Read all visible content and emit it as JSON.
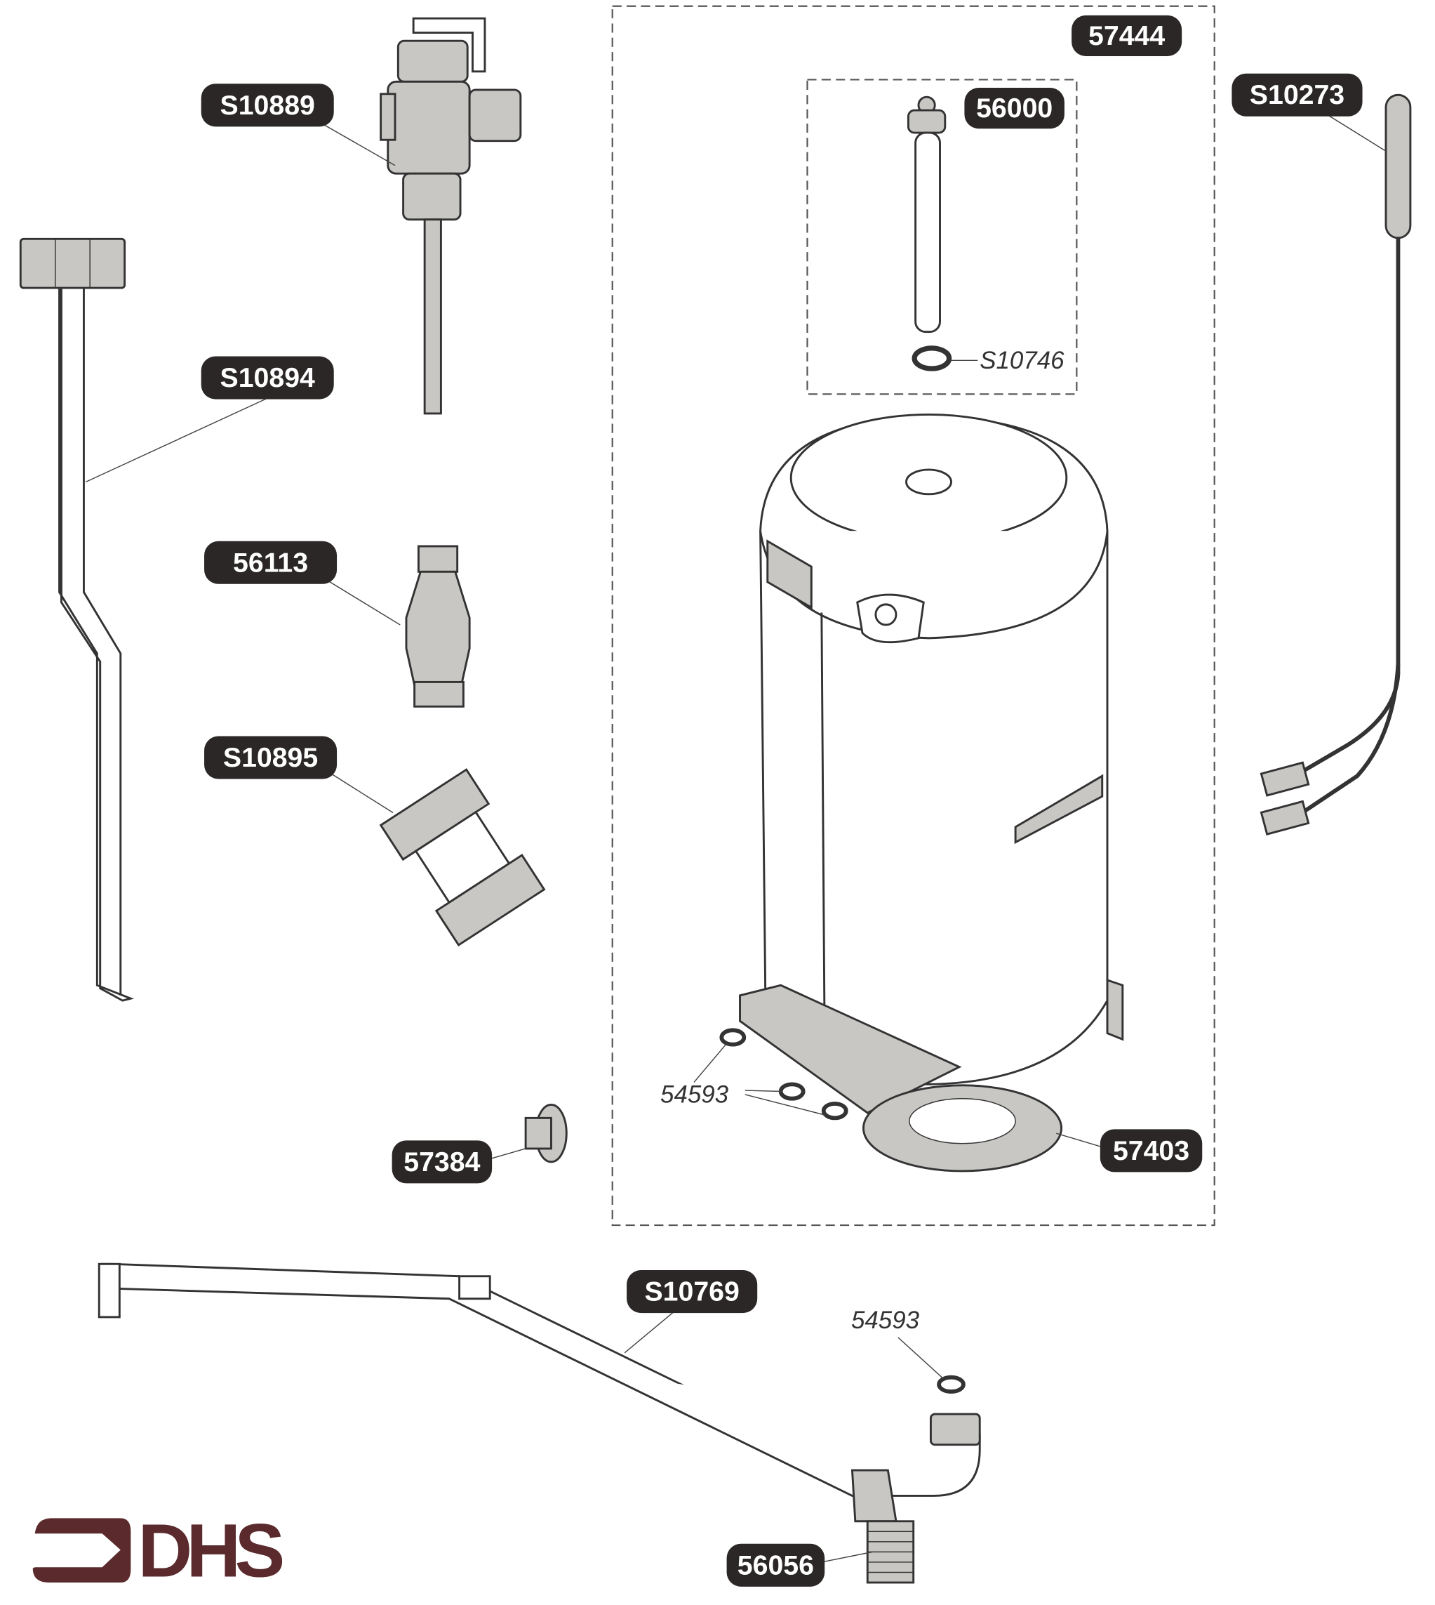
{
  "diagram": {
    "assembly_labels": {
      "tank_kit": "57444",
      "anode": "56000",
      "anode_seal": "S10746",
      "thermostat_sensor": "S10273",
      "relief_valve": "S10889",
      "relief_pipe": "S10894",
      "tundish": "56113",
      "coupling": "S10895",
      "plug": "57384",
      "seal_upper": "54593",
      "base_plate": "57403",
      "outlet_pipe": "S10769",
      "seal_lower": "54593",
      "drain_valve": "56056"
    },
    "logo": "DHS",
    "colors": {
      "label_bg": "#2a2726",
      "label_text": "#ffffff",
      "logo": "#5a2a2c"
    }
  }
}
